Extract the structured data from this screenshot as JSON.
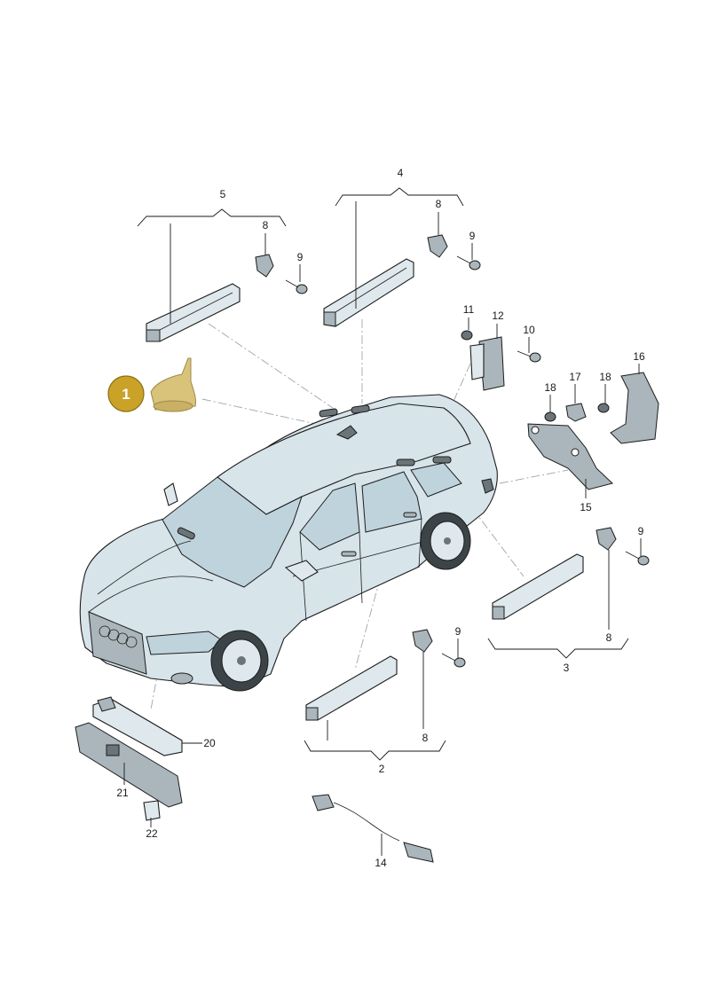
{
  "highlight": {
    "callout": "1",
    "badge_color": "#c9a227",
    "part_color": "#d9c27a"
  },
  "labels": {
    "p2": "2",
    "p3": "3",
    "p4": "4",
    "p5": "5",
    "p8a": "8",
    "p8b": "8",
    "p8c": "8",
    "p8d": "8",
    "p9a": "9",
    "p9b": "9",
    "p9c": "9",
    "p9d": "9",
    "p10": "10",
    "p11": "11",
    "p12": "12",
    "p14": "14",
    "p15": "15",
    "p16": "16",
    "p17": "17",
    "p18a": "18",
    "p18b": "18",
    "p20": "20",
    "p21": "21",
    "p22": "22"
  },
  "colors": {
    "car_body": "#d7e4ea",
    "glass": "#bfd3dc",
    "line": "#1c1c1c",
    "guide_line": "#9aa7ae"
  }
}
